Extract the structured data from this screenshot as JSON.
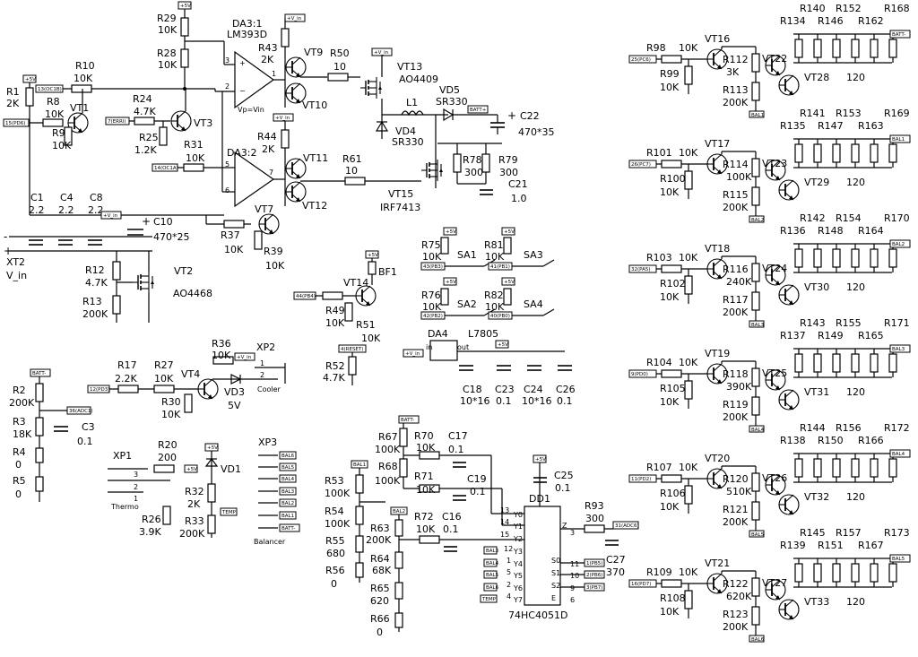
{
  "top": {
    "da31": "DA3:1",
    "da31_part": "LM393D",
    "da32": "DA3:2",
    "vp_label": "Vp=Vin",
    "pin3": "3",
    "pin2": "2",
    "pin1": "1",
    "pin5": "5",
    "pin6": "6",
    "pin7": "7",
    "r29": "R29",
    "r29v": "10K",
    "r28": "R28",
    "r28v": "10K",
    "r43": "R43",
    "r43v": "2K",
    "vt9": "VT9",
    "vt10": "VT10",
    "r50": "R50",
    "r50v": "10",
    "vt13": "VT13",
    "vt13p": "AO4409",
    "l1": "L1",
    "vd5": "VD5",
    "vd5p": "SR330",
    "vd4": "VD4",
    "vd4p": "SR330",
    "c22": "C22",
    "c22v": "470*35",
    "r1": "R1",
    "r1v": "2K",
    "r10": "R10",
    "r10v": "10K",
    "r8": "R8",
    "r8v": "10K",
    "vt1": "VT1",
    "r9": "R9",
    "r9v": "10K",
    "r24": "R24",
    "r24v": "4.7K",
    "vt3": "VT3",
    "r25": "R25",
    "r25v": "1.2K",
    "r31": "R31",
    "r31v": "10K",
    "r44": "R44",
    "r44v": "2K",
    "vt11": "VT11",
    "vt12": "VT12",
    "vt7": "VT7",
    "r61": "R61",
    "r61v": "10",
    "vt15": "VT15",
    "vt15p": "IRF7413",
    "r78": "R78",
    "r78v": "300",
    "r79": "R79",
    "r79v": "300",
    "c21": "C21",
    "c21v": "1.0",
    "r37": "R37",
    "r37v": "10K",
    "r39": "R39",
    "r39v": "10K",
    "c1": "C1",
    "c1v": "2.2",
    "c4": "C4",
    "c4v": "2.2",
    "c8": "C8",
    "c8v": "2.2",
    "c10": "C10",
    "c10v": "470*25",
    "xt2": "XT2",
    "vin": "V_in",
    "r12": "R12",
    "r12v": "4.7K",
    "r13": "R13",
    "r13v": "200K",
    "vt2": "VT2",
    "vt2p": "AO4468",
    "minus": "-",
    "plus": "+"
  },
  "mid": {
    "vt14": "VT14",
    "bf1": "BF1",
    "r49": "R49",
    "r49v": "10K",
    "r51": "R51",
    "r51v": "10K",
    "r52": "R52",
    "r52v": "4.7K",
    "r75": "R75",
    "r75v": "10K",
    "sa1": "SA1",
    "r81": "R81",
    "r81v": "10K",
    "sa3": "SA3",
    "r76": "R76",
    "r76v": "10K",
    "sa2": "SA2",
    "r82": "R82",
    "r82v": "10K",
    "sa4": "SA4",
    "da4": "DA4",
    "da4p": "L7805",
    "in": "in",
    "out": "out",
    "c18": "C18",
    "c18v": "10*16",
    "c23": "C23",
    "c23v": "0.1",
    "c24": "C24",
    "c24v": "10*16",
    "c26": "C26",
    "c26v": "0.1"
  },
  "lower": {
    "r17": "R17",
    "r17v": "2.2K",
    "r27": "R27",
    "r27v": "10K",
    "vt4": "VT4",
    "r30": "R30",
    "r30v": "10K",
    "r36": "R36",
    "r36v": "10K",
    "vd3": "VD3",
    "vd3v": "5V",
    "xp2": "XP2",
    "cooler": "Cooler",
    "p1": "1",
    "p2": "2",
    "r2": "R2",
    "r2v": "200K",
    "r3": "R3",
    "r3v": "18K",
    "c3": "C3",
    "c3v": "0.1",
    "r4": "R4",
    "r4v": "0",
    "r5": "R5",
    "r5v": "0",
    "xp1": "XP1",
    "thermo": "Thermo",
    "r20": "R20",
    "r20v": "200",
    "vd1": "VD1",
    "r32": "R32",
    "r32v": "2K",
    "r26": "R26",
    "r26v": "3.9K",
    "r33": "R33",
    "r33v": "200K",
    "xp3": "XP3",
    "balancer": "Balancer",
    "r67": "R67",
    "r67v": "100K",
    "r70": "R70",
    "r70v": "10K",
    "c17": "C17",
    "c17v": "0.1",
    "r68": "R68",
    "r68v": "100K",
    "r71": "R71",
    "r71v": "10K",
    "c19": "C19",
    "c19v": "0.1",
    "r53": "R53",
    "r53v": "100K",
    "r54": "R54",
    "r54v": "100K",
    "r55": "R55",
    "r55v": "680",
    "r56": "R56",
    "r56v": "0",
    "r63": "R63",
    "r63v": "200K",
    "r72": "R72",
    "r72v": "10K",
    "c16": "C16",
    "c16v": "0.1",
    "r64": "R64",
    "r64v": "68K",
    "r65": "R65",
    "r65v": "620",
    "r66": "R66",
    "r66v": "0",
    "c25": "C25",
    "c25v": "0.1",
    "dd1": "DD1",
    "dd1p": "74HC4051D",
    "r93": "R93",
    "r93v": "300",
    "c27": "C27",
    "c27v": "370",
    "y0": "Y0",
    "y1": "Y1",
    "y2": "Y2",
    "y3": "Y3",
    "y4": "Y4",
    "y5": "Y5",
    "y6": "Y6",
    "y7": "Y7",
    "z": "Z",
    "s0": "S0",
    "s1": "S1",
    "s2": "S2",
    "e": "E",
    "n13": "13",
    "n14": "14",
    "n15": "15",
    "n12": "12",
    "n1": "1",
    "n5": "5",
    "n2": "2",
    "n4": "4",
    "n3": "3",
    "n11": "11",
    "n10": "10",
    "n9": "9",
    "n6": "6"
  },
  "flags": {
    "p5v": "+5V",
    "vin": "+V_in",
    "batt": "BATT+",
    "battm": "BATT-",
    "oc1b": "13(OC1B)",
    "erri": "7(ERRI)",
    "pd6": "15(PD6)",
    "oc1a": "14(OC1A)",
    "pb4": "44(PB4)",
    "reset": "4(RESET)",
    "pb3": "43(PB3)",
    "pb1": "41(PB1)",
    "pb2": "42(PB2)",
    "pb0": "40(PB0)",
    "pd3": "12(PD3)",
    "adc1": "36(ADC1)",
    "bal1": "BAL1",
    "bal2": "BAL2",
    "bal3": "BAL3",
    "bal4": "BAL4",
    "bal5": "BAL5",
    "bal6": "BAL6",
    "temp": "TEMP",
    "adc6": "31(ADC6)",
    "pb5": "1(PB5)",
    "pb6": "2(PB6)",
    "pb7": "3(PB7)",
    "pc6": "25(PC6)",
    "pc7": "26(PC7)",
    "pa5": "32(PA5)",
    "pd0": "9(PD0)",
    "pd2": "11(PD2)",
    "pd7": "16(PD7)"
  },
  "balancer": [
    {
      "r_in": "R98",
      "r_in_v": "10K",
      "vt_a": "VT16",
      "r_pd": "R99",
      "r_pd_v": "10K",
      "r_b": "R112",
      "r_b_v": "3K",
      "r_c": "R113",
      "r_c_v": "200K",
      "vt_b": "VT22",
      "vt_c": "VT28",
      "r_top": [
        "R134",
        "R140",
        "R146",
        "R152",
        "R162",
        "R168"
      ],
      "load_v": "120",
      "sig": "25(PC6)",
      "bal_in": "BAL1",
      "bal_out": "BATT-"
    },
    {
      "r_in": "R101",
      "r_in_v": "10K",
      "vt_a": "VT17",
      "r_pd": "R100",
      "r_pd_v": "10K",
      "r_b": "R114",
      "r_b_v": "100K",
      "r_c": "R115",
      "r_c_v": "200K",
      "vt_b": "VT23",
      "vt_c": "VT29",
      "r_top": [
        "R135",
        "R141",
        "R147",
        "R153",
        "R163",
        "R169"
      ],
      "load_v": "120",
      "sig": "26(PC7)",
      "bal_in": "BAL2",
      "bal_out": "BAL1"
    },
    {
      "r_in": "R103",
      "r_in_v": "10K",
      "vt_a": "VT18",
      "r_pd": "R102",
      "r_pd_v": "10K",
      "r_b": "R116",
      "r_b_v": "240K",
      "r_c": "R117",
      "r_c_v": "200K",
      "vt_b": "VT24",
      "vt_c": "VT30",
      "r_top": [
        "R136",
        "R142",
        "R148",
        "R154",
        "R164",
        "R170"
      ],
      "load_v": "120",
      "sig": "32(PA5)",
      "bal_in": "BAL3",
      "bal_out": "BAL2"
    },
    {
      "r_in": "R104",
      "r_in_v": "10K",
      "vt_a": "VT19",
      "r_pd": "R105",
      "r_pd_v": "10K",
      "r_b": "R118",
      "r_b_v": "390K",
      "r_c": "R119",
      "r_c_v": "200K",
      "vt_b": "VT25",
      "vt_c": "VT31",
      "r_top": [
        "R137",
        "R143",
        "R149",
        "R155",
        "R165",
        "R171"
      ],
      "load_v": "120",
      "sig": "9(PD0)",
      "bal_in": "BAL4",
      "bal_out": "BAL3"
    },
    {
      "r_in": "R107",
      "r_in_v": "10K",
      "vt_a": "VT20",
      "r_pd": "R106",
      "r_pd_v": "10K",
      "r_b": "R120",
      "r_b_v": "510K",
      "r_c": "R121",
      "r_c_v": "200K",
      "vt_b": "VT26",
      "vt_c": "VT32",
      "r_top": [
        "R138",
        "R144",
        "R150",
        "R156",
        "R166",
        "R172"
      ],
      "load_v": "120",
      "sig": "11(PD2)",
      "bal_in": "BAL5",
      "bal_out": "BAL4"
    },
    {
      "r_in": "R109",
      "r_in_v": "10K",
      "vt_a": "VT21",
      "r_pd": "R108",
      "r_pd_v": "10K",
      "r_b": "R122",
      "r_b_v": "620K",
      "r_c": "R123",
      "r_c_v": "200K",
      "vt_b": "VT27",
      "vt_c": "VT33",
      "r_top": [
        "R139",
        "R145",
        "R151",
        "R157",
        "R167",
        "R173"
      ],
      "load_v": "120",
      "sig": "16(PD7)",
      "bal_in": "BAL6",
      "bal_out": "BAL5"
    }
  ]
}
